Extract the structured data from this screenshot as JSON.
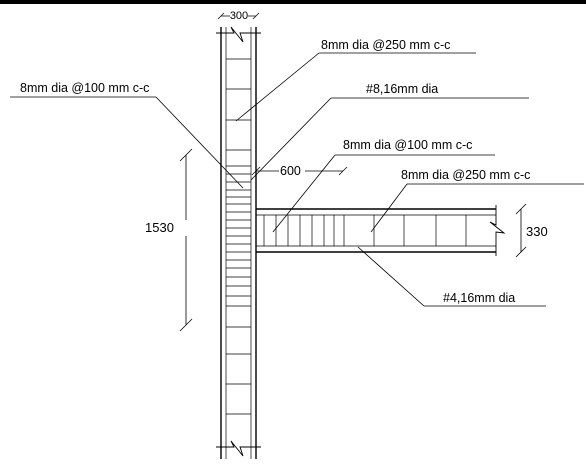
{
  "labels": {
    "wall_width": "300",
    "wall_vertical_spacing": "8mm dia @250 mm c-c",
    "wall_horizontal_spacing": "8mm dia @100 mm c-c",
    "wall_main_bars": "#8,16mm dia",
    "beam_stirrup_close": "8mm dia @100 mm c-c",
    "beam_stirrup_far": "8mm dia @250 mm c-c",
    "beam_zone_length": "600",
    "wall_zone_height": "1530",
    "beam_depth": "330",
    "beam_main_bars": "#4,16mm dia"
  }
}
